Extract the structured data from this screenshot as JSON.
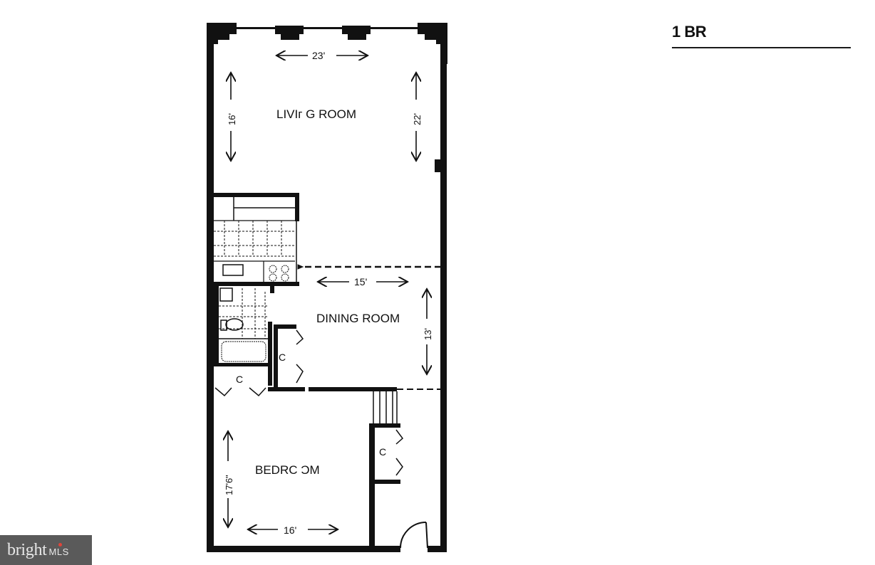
{
  "header": {
    "title": "1 BR"
  },
  "floorplan": {
    "rooms": [
      {
        "name": "LIVING ROOM",
        "label": "LIVIг G ROOM",
        "width_dim": "23'",
        "left_dim": "16'",
        "right_dim": "22'"
      },
      {
        "name": "DINING ROOM",
        "label": "DINING ROOM",
        "width_dim": "15'",
        "height_dim": "13'"
      },
      {
        "name": "BEDROOM",
        "label": "BEDRC ƆM",
        "width_dim": "16'",
        "height_dim": "17'6\""
      }
    ],
    "closets": [
      {
        "label": "C"
      },
      {
        "label": "C"
      },
      {
        "label": "C"
      }
    ],
    "colors": {
      "wall": "#111111",
      "background": "#ffffff"
    }
  },
  "watermark": {
    "brand": "bright",
    "suffix": "MLS",
    "background": "#5a5a5a",
    "accent": "#e0443a"
  }
}
